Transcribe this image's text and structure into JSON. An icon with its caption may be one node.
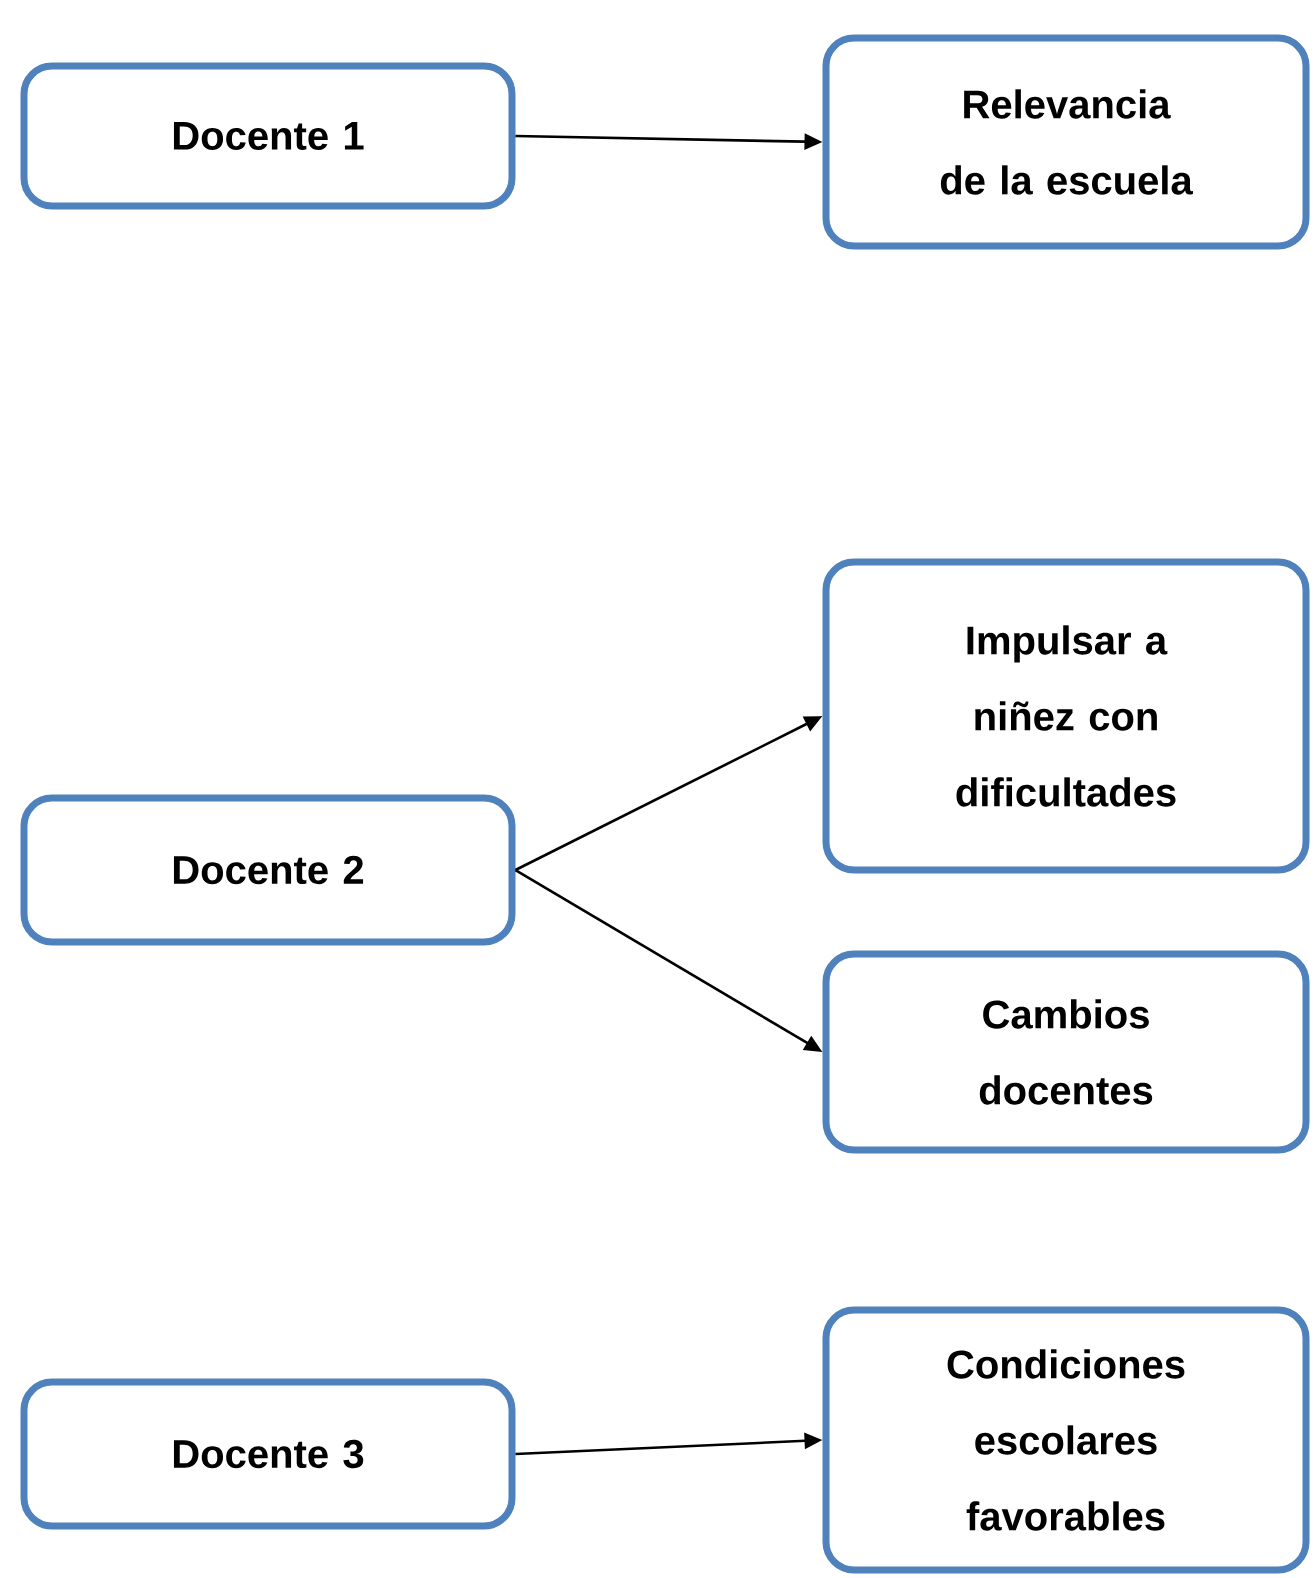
{
  "diagram": {
    "nodes": [
      {
        "text": [
          "Docente 1"
        ]
      },
      {
        "text": [
          "Relevancia de la escuela"
        ]
      },
      {
        "text": [
          "Docente 2"
        ]
      },
      {
        "text": [
          "Impulsar a niñez con dificultades"
        ]
      },
      {
        "text": [
          "Cambios docentes"
        ]
      },
      {
        "text": [
          "Docente 3"
        ]
      },
      {
        "text": [
          "Condiciones escolares favorables"
        ]
      }
    ],
    "edges": [
      {
        "from": 0,
        "to": 1,
        "arrow": "to"
      },
      {
        "from": 2,
        "to": 3,
        "arrow": "to"
      },
      {
        "from": 2,
        "to": 4,
        "arrow": "to"
      },
      {
        "from": 5,
        "to": 6,
        "arrow": "to"
      }
    ]
  }
}
